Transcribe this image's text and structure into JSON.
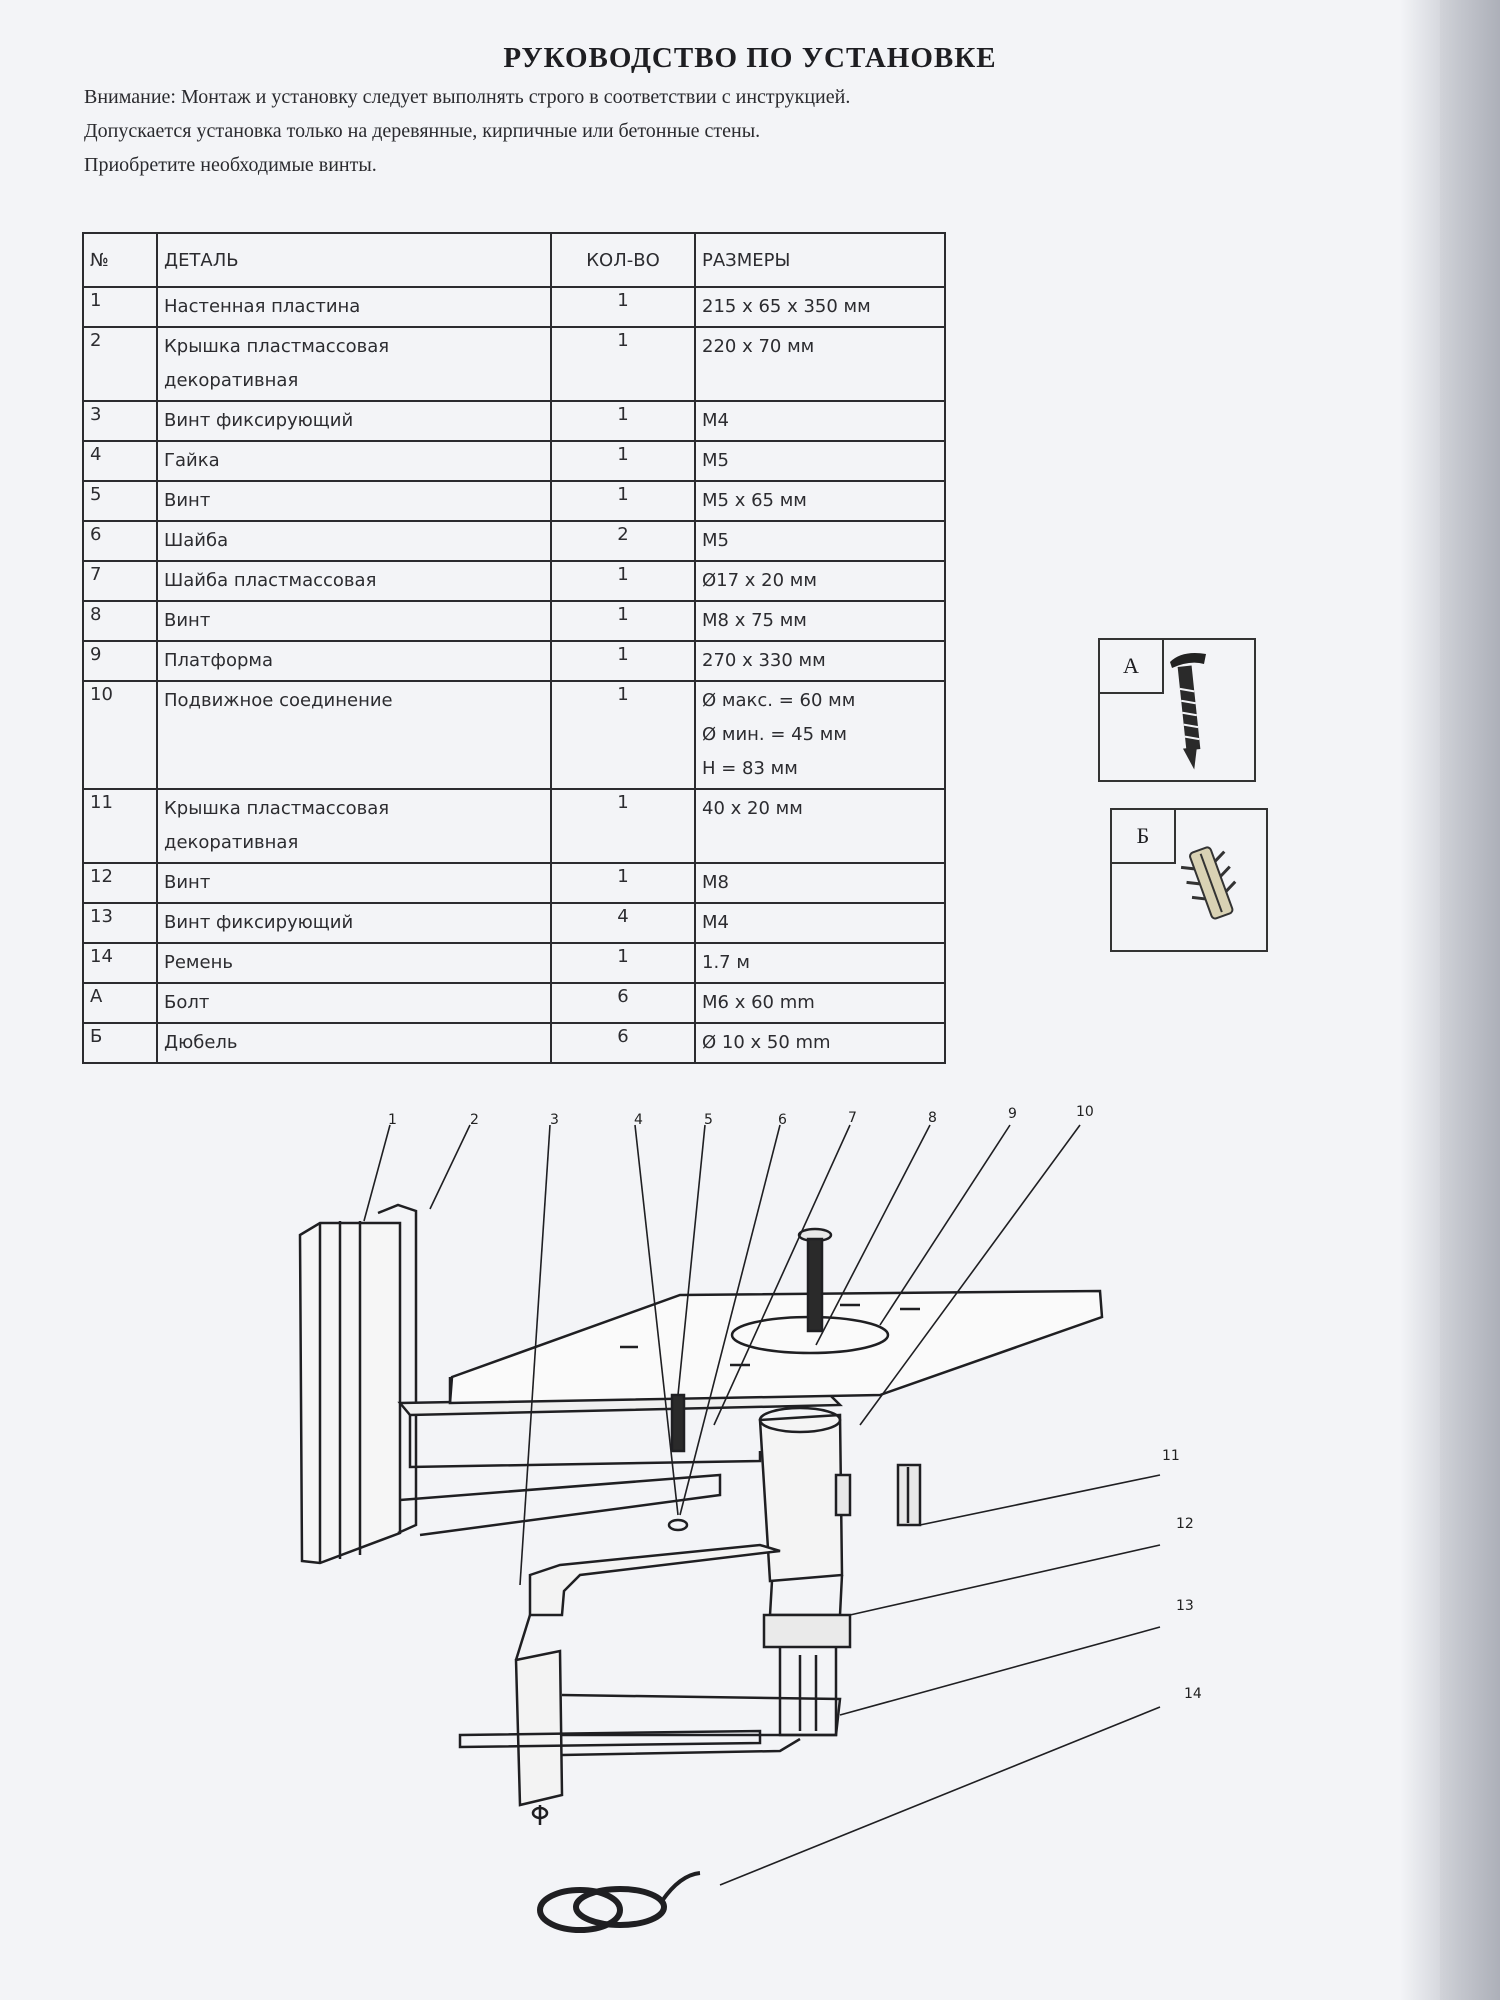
{
  "title": "РУКОВОДСТВО ПО УСТАНОВКЕ",
  "intro": [
    "Внимание: Монтаж и установку следует выполнять строго в соответствии с инструкцией.",
    "Допускается установка только на деревянные, кирпичные или бетонные стены.",
    "Приобретите необходимые винты."
  ],
  "table": {
    "headers": [
      "№",
      "ДЕТАЛЬ",
      "КОЛ-ВО",
      "РАЗМЕРЫ"
    ],
    "rows": [
      {
        "num": "1",
        "part": [
          "Настенная пластина"
        ],
        "qty": "1",
        "size": [
          "215 x 65 x 350 мм"
        ]
      },
      {
        "num": "2",
        "part": [
          "Крышка пластмассовая",
          "декоративная"
        ],
        "qty": "1",
        "size": [
          "220 x 70 мм"
        ]
      },
      {
        "num": "3",
        "part": [
          "Винт фиксирующий"
        ],
        "qty": "1",
        "size": [
          "M4"
        ]
      },
      {
        "num": "4",
        "part": [
          "Гайка"
        ],
        "qty": "1",
        "size": [
          "M5"
        ]
      },
      {
        "num": "5",
        "part": [
          "Винт"
        ],
        "qty": "1",
        "size": [
          "M5 x 65 мм"
        ]
      },
      {
        "num": "6",
        "part": [
          "Шайба"
        ],
        "qty": "2",
        "size": [
          "M5"
        ]
      },
      {
        "num": "7",
        "part": [
          "Шайба пластмассовая"
        ],
        "qty": "1",
        "size": [
          "Ø17 x 20 мм"
        ]
      },
      {
        "num": "8",
        "part": [
          "Винт"
        ],
        "qty": "1",
        "size": [
          "M8 x 75 мм"
        ]
      },
      {
        "num": "9",
        "part": [
          "Платформа"
        ],
        "qty": "1",
        "size": [
          "270 x 330 мм"
        ]
      },
      {
        "num": "10",
        "part": [
          "Подвижное соединение"
        ],
        "qty": "1",
        "size": [
          "Ø макс. = 60 мм",
          "Ø мин. = 45 мм",
          "H = 83 мм"
        ]
      },
      {
        "num": "11",
        "part": [
          "Крышка пластмассовая",
          "декоративная"
        ],
        "qty": "1",
        "size": [
          "40 x 20 мм"
        ]
      },
      {
        "num": "12",
        "part": [
          "Винт"
        ],
        "qty": "1",
        "size": [
          "M8"
        ]
      },
      {
        "num": "13",
        "part": [
          "Винт фиксирующий"
        ],
        "qty": "4",
        "size": [
          "M4"
        ]
      },
      {
        "num": "14",
        "part": [
          "Ремень"
        ],
        "qty": "1",
        "size": [
          "1.7 м"
        ]
      },
      {
        "num": "А",
        "part": [
          "Болт"
        ],
        "qty": "6",
        "size": [
          "M6 x 60 mm"
        ]
      },
      {
        "num": "Б",
        "part": [
          "Дюбель"
        ],
        "qty": "6",
        "size": [
          "Ø 10 x 50 mm"
        ]
      }
    ]
  },
  "hardware": [
    {
      "letter": "А",
      "icon": "bolt-icon"
    },
    {
      "letter": "Б",
      "icon": "dowel-icon"
    }
  ],
  "callouts": [
    "1",
    "2",
    "3",
    "4",
    "5",
    "6",
    "7",
    "8",
    "9",
    "10",
    "11",
    "12",
    "13",
    "14"
  ]
}
